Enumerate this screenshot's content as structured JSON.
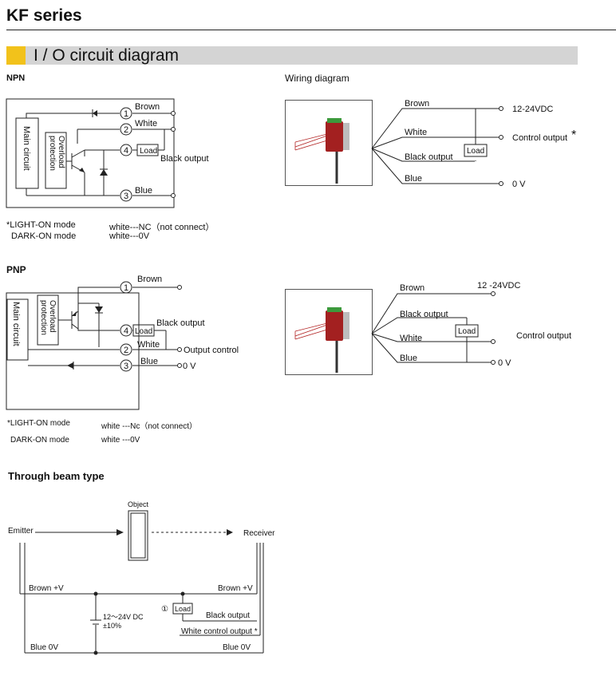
{
  "header": {
    "series_title": "KF series",
    "section_title": "I / O circuit diagram"
  },
  "npn": {
    "heading": "NPN",
    "main_circuit": "Main circuit",
    "overload_1": "Overload",
    "overload_2": "protection",
    "pins": [
      "1",
      "2",
      "4",
      "3"
    ],
    "wire_brown": "Brown",
    "wire_white": "White",
    "wire_blue": "Blue",
    "load": "Load",
    "black_output": "Black output",
    "mode_light": "*LIGHT-ON mode",
    "mode_light_value": "white---NC（not connect）",
    "mode_dark": "DARK-ON mode",
    "mode_dark_value": "white---0V"
  },
  "wiring_npn": {
    "heading": "Wiring diagram",
    "brown": "Brown",
    "white": "White",
    "black_output": "Black output",
    "blue": "Blue",
    "load": "Load",
    "vdc": "12-24VDC",
    "control_output": "Control output",
    "asterisk": "*",
    "zero_v": "0 V"
  },
  "pnp": {
    "heading": "PNP",
    "main_circuit": "Main circuit",
    "overload_1": "Overload",
    "overload_2": "protection",
    "pins": [
      "1",
      "4",
      "2",
      "3"
    ],
    "wire_brown": "Brown",
    "wire_white": "White",
    "wire_blue": "Blue",
    "load": "Load",
    "black_output": "Black output",
    "output_control": "Output control",
    "zero_v": "0 V",
    "mode_light": "*LIGHT-ON mode",
    "mode_light_value": "white ---Nc（not connect）",
    "mode_dark": "DARK-ON mode",
    "mode_dark_value": "white ---0V"
  },
  "wiring_pnp": {
    "brown": "Brown",
    "vdc": "12 -24VDC",
    "black_output": "Black output",
    "white": "White",
    "blue": "Blue",
    "load": "Load",
    "control_output": "Control output",
    "zero_v": "0 V"
  },
  "through_beam": {
    "heading": "Through beam type",
    "object": "Object",
    "emitter": "Emitter",
    "receiver": "Receiver",
    "brown_left": "Brown  +V",
    "brown_right": "Brown  +V",
    "supply_1": "12～24V DC",
    "supply_2": "±10%",
    "load_num": "①",
    "load": "Load",
    "black_output": "Black output",
    "white_control": "White control output *",
    "blue_left": "Blue 0V",
    "blue_right": "Blue 0V"
  },
  "colors": {
    "accent": "#f2c21b",
    "band": "#d4d4d4",
    "beam": "#b22222",
    "sensor_body": "#a32020"
  }
}
